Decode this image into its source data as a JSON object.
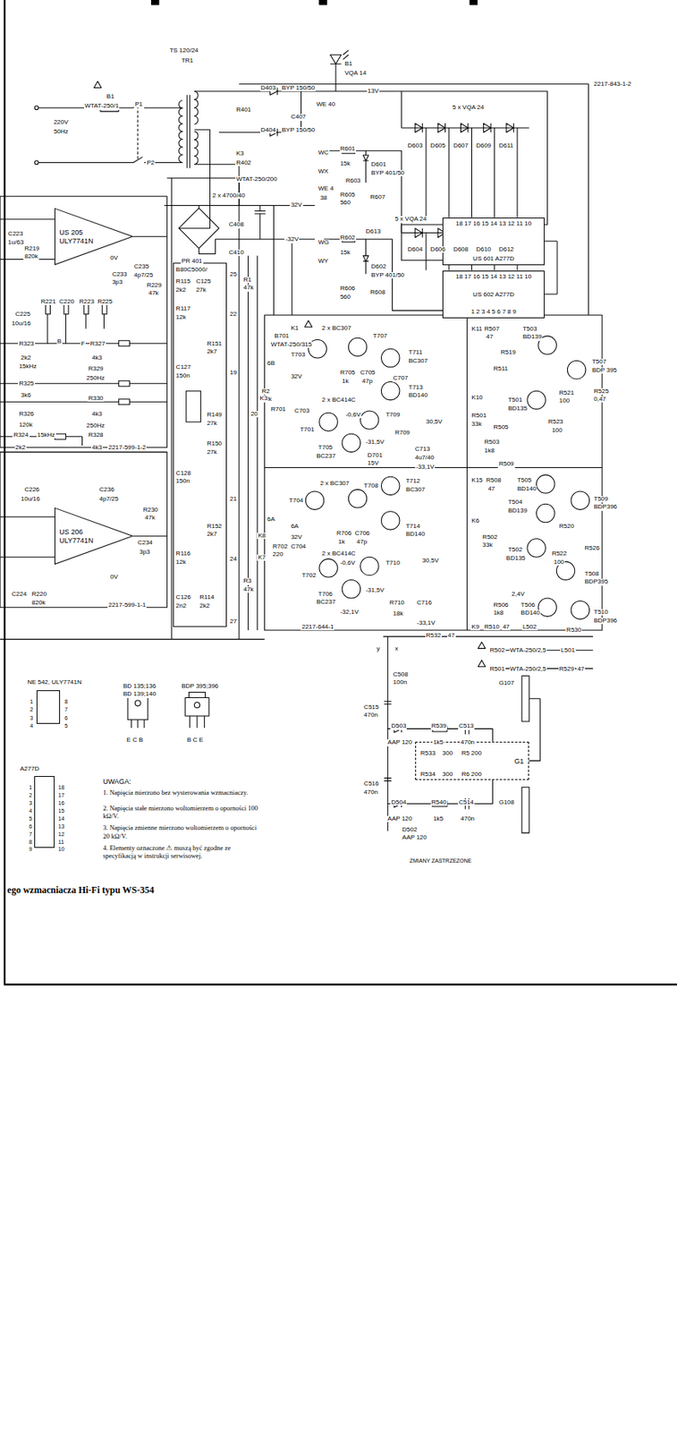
{
  "diagram": {
    "caption": "ego wzmacniacza Hi-Fi typu WS-354",
    "nodes": [
      {
        "text": [
          "US 205",
          "ULY7741N"
        ]
      },
      {
        "text": [
          "US 206",
          "ULY7741N"
        ]
      },
      {
        "text": [
          "18 17 16 15 14 13 12 11 10",
          "US 601 A277D"
        ]
      },
      {
        "text": [
          "18 17 16 15 14 13 12 11 10",
          "US 602 A277D",
          "1 2 3 4 5 6 7 8 9"
        ]
      },
      {
        "text": [
          "G1"
        ]
      },
      {
        "text": [
          "NE 542, ULY7741N"
        ]
      },
      {
        "text": [
          "A277D"
        ]
      }
    ],
    "edges": [
      {
        "from": 2,
        "to": 3,
        "arrow": "none"
      }
    ],
    "labels": [
      "TS 120/24",
      "TR1",
      "B1",
      "VQA 14",
      "B1",
      "WTAT-250/1",
      "P1",
      "P2",
      "220V",
      "50Hz",
      "D403",
      "BYP 150/50",
      "R401",
      "C407",
      "D404",
      "BYP 150/50",
      "K3",
      "R402",
      "WTAT-250/200",
      "WE 40",
      "13V",
      "5 x VQA 24",
      "2217-843-1-2",
      "D603",
      "D605",
      "D607",
      "D609",
      "D611",
      "WC",
      "R601",
      "15k",
      "WX",
      "D601",
      "BYP 401/50",
      "R603",
      "R605",
      "560",
      "R607",
      "WE 4",
      "38",
      "5 x VQA 24",
      "D613",
      "D604",
      "D606",
      "D608",
      "D610",
      "D612",
      "WG",
      "R602",
      "15k",
      "WY",
      "D602",
      "BYP 401/50",
      "R606",
      "560",
      "R608",
      "2 x 4700/40",
      "PR 401",
      "B80C5000/",
      "C408",
      "C410",
      "32V",
      "-32V",
      "C223",
      "1u/63",
      "R219",
      "820k",
      "0V",
      "C233",
      "3p3",
      "C235",
      "4p7/25",
      "R229",
      "47k",
      "C225",
      "10u/16",
      "R221",
      "C220",
      "R223",
      "R225",
      "B",
      "R323",
      "2k2",
      "15kHz",
      "F",
      "R327",
      "4k3",
      "R329",
      "250Hz",
      "R325",
      "3k6",
      "R326",
      "R330",
      "4k3",
      "250Hz",
      "120k",
      "15kHz",
      "R324",
      "2k2",
      "R328",
      "4k3",
      "2217-599-1-2",
      "C226",
      "10u/16",
      "C236",
      "4p7/25",
      "C234",
      "3p3",
      "R230",
      "47k",
      "0V",
      "C224",
      "R220",
      "820k",
      "2217-599-1-1",
      "R115",
      "2k2",
      "C125",
      "27k",
      "R117",
      "12k",
      "C127",
      "150n",
      "R151",
      "2k7",
      "R149",
      "27k",
      "R150",
      "27k",
      "C128",
      "150n",
      "R152",
      "2k7",
      "R116",
      "12k",
      "C126",
      "2n2",
      "R114",
      "2k2",
      "R1",
      "47k",
      "R2",
      "22k",
      "R3",
      "47k",
      "25",
      "22",
      "19",
      "20",
      "21",
      "24",
      "27",
      "6B",
      "6A",
      "K1",
      "B701",
      "WTAT-250/315",
      "2 x BC307",
      "T703",
      "T707",
      "T711",
      "BC307",
      "32V",
      "R705",
      "1k",
      "C705",
      "47p",
      "C707",
      "T713",
      "BD140",
      "2 x BC414C",
      "C703",
      "T701",
      "T709",
      "-0,6V",
      "R701",
      "K3",
      "30,5V",
      "-31,5V",
      "R709",
      "T705",
      "BC237",
      "D701",
      "15V",
      "C713",
      "4u7/40",
      "-33,1V",
      "2217-644-1",
      "T704",
      "2 x BC307",
      "T708",
      "T712",
      "BC307",
      "T714",
      "BD140",
      "32V",
      "R706",
      "1k",
      "C706",
      "47p",
      "2 x BC414C",
      "T702",
      "T710",
      "-0,6V",
      "30,5V",
      "-31,5V",
      "T706",
      "BC237",
      "-32,1V",
      "R710",
      "18k",
      "C716",
      "-33,1V",
      "R702",
      "220",
      "C704",
      "K8",
      "K7",
      "6A",
      "K11",
      "R507",
      "47",
      "T503",
      "BD139",
      "T507",
      "BDP 395",
      "R519",
      "R511",
      "R521",
      "100",
      "R525",
      "0,47",
      "T501",
      "BD135",
      "K10",
      "R501",
      "33k",
      "R523",
      "100",
      "R505",
      "R503",
      "1k8",
      "R509",
      "K15",
      "R508",
      "47",
      "T505",
      "BD140",
      "T509",
      "BDP396",
      "T504",
      "BD139",
      "K6",
      "R520",
      "R502",
      "33k",
      "T502",
      "BD135",
      "R522",
      "100",
      "R526",
      "T508",
      "BDP395",
      "2,4V",
      "R506",
      "1k8",
      "K9",
      "R510",
      "47",
      "T506",
      "BD140",
      "L502",
      "T510",
      "BDP396",
      "R530",
      "R532",
      "47",
      "R502",
      "WTA-250/2,5",
      "R501",
      "WTA-250/2,5",
      "L501",
      "R529",
      "47",
      "y",
      "x",
      "G107",
      "G108",
      "C508",
      "100n",
      "C515",
      "470n",
      "D503",
      "AAP 120",
      "R539",
      "1k5",
      "C513",
      "470n",
      "R533",
      "300",
      "R534",
      "300",
      "R5 200",
      "R6 200",
      "C516",
      "470n",
      "D504",
      "AAP 120",
      "R540",
      "1k5",
      "C514",
      "470n",
      "D502",
      "AAP 120",
      "ZMIANY ZASTRZEŻONE",
      "BD 135;136",
      "BD 139;140",
      "BDP 395;396",
      "E C B",
      "B C E",
      "UWAGA:",
      "1. Napięcia mierzono bez wysterowania wzmacniaczy.",
      "2. Napięcia stałe mierzono woltomierzem o oporności 100 kΩ/V.",
      "3. Napięcia zmienne mierzono woltomierzem o oporności 20 kΩ/V.",
      "4. Elementy oznaczone ⚠ muszą być zgodne ze specyfikacją w instrukcji serwisowej.",
      "1",
      "2",
      "3",
      "4",
      "8",
      "7",
      "6",
      "5",
      "1",
      "2",
      "3",
      "4",
      "5",
      "6",
      "7",
      "8",
      "9",
      "18",
      "17",
      "16",
      "15",
      "14",
      "13",
      "12",
      "11",
      "10"
    ]
  }
}
